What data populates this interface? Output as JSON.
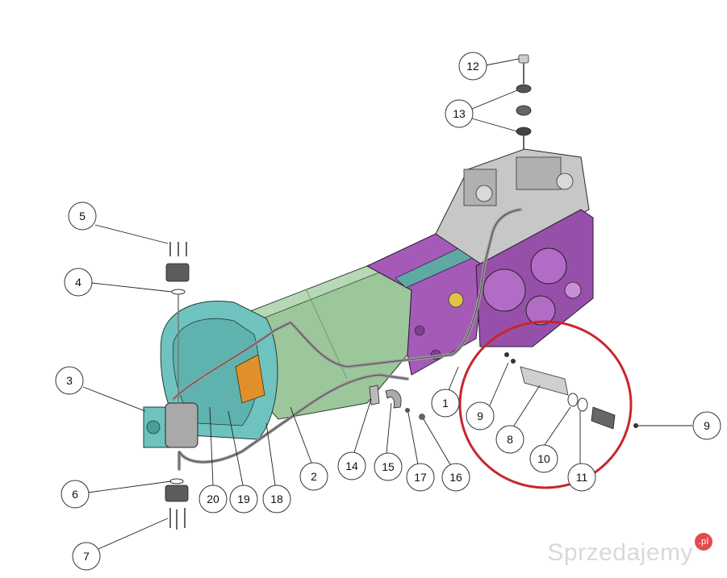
{
  "callouts": [
    {
      "id": "c12",
      "label": "12"
    },
    {
      "id": "c13",
      "label": "13"
    },
    {
      "id": "c5",
      "label": "5"
    },
    {
      "id": "c4",
      "label": "4"
    },
    {
      "id": "c3",
      "label": "3"
    },
    {
      "id": "c1",
      "label": "1"
    },
    {
      "id": "c9a",
      "label": "9"
    },
    {
      "id": "c8",
      "label": "8"
    },
    {
      "id": "c10",
      "label": "10"
    },
    {
      "id": "c11",
      "label": "11"
    },
    {
      "id": "c9b",
      "label": "9"
    },
    {
      "id": "c6",
      "label": "6"
    },
    {
      "id": "c7",
      "label": "7"
    },
    {
      "id": "c20",
      "label": "20"
    },
    {
      "id": "c19",
      "label": "19"
    },
    {
      "id": "c18",
      "label": "18"
    },
    {
      "id": "c2",
      "label": "2"
    },
    {
      "id": "c14",
      "label": "14"
    },
    {
      "id": "c15",
      "label": "15"
    },
    {
      "id": "c17",
      "label": "17"
    },
    {
      "id": "c16",
      "label": "16"
    }
  ],
  "colors": {
    "housing_green": "#9cc79a",
    "bellhousing_teal": "#6fc3bf",
    "gearbox_purple": "#a55ab8",
    "cast_grey": "#b9b9b9",
    "highlight_red": "#c8262c",
    "window_orange": "#e0902a"
  },
  "watermark": {
    "text": "Sprzedajemy",
    "badge": ".pl"
  }
}
